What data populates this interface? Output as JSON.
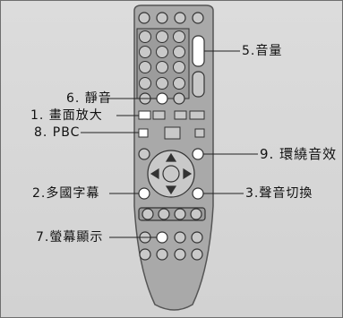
{
  "diagram": {
    "callouts": [
      {
        "id": "volume",
        "text": "5.音量"
      },
      {
        "id": "mute",
        "text": "6. 靜音"
      },
      {
        "id": "zoom",
        "text": "1. 畫面放大"
      },
      {
        "id": "pbc",
        "text": "8. PBC"
      },
      {
        "id": "surround",
        "text": "9. 環繞音效"
      },
      {
        "id": "subtitle",
        "text": "2.多國字幕"
      },
      {
        "id": "audio",
        "text": "3.聲音切換"
      },
      {
        "id": "osd",
        "text": "7.螢幕顯示"
      }
    ]
  },
  "colors": {
    "remote_body": "#a9a9a9",
    "remote_edge": "#555555",
    "button": "#cfcfcf",
    "highlight_button": "#ffffff",
    "background": "#d8d8d8"
  }
}
